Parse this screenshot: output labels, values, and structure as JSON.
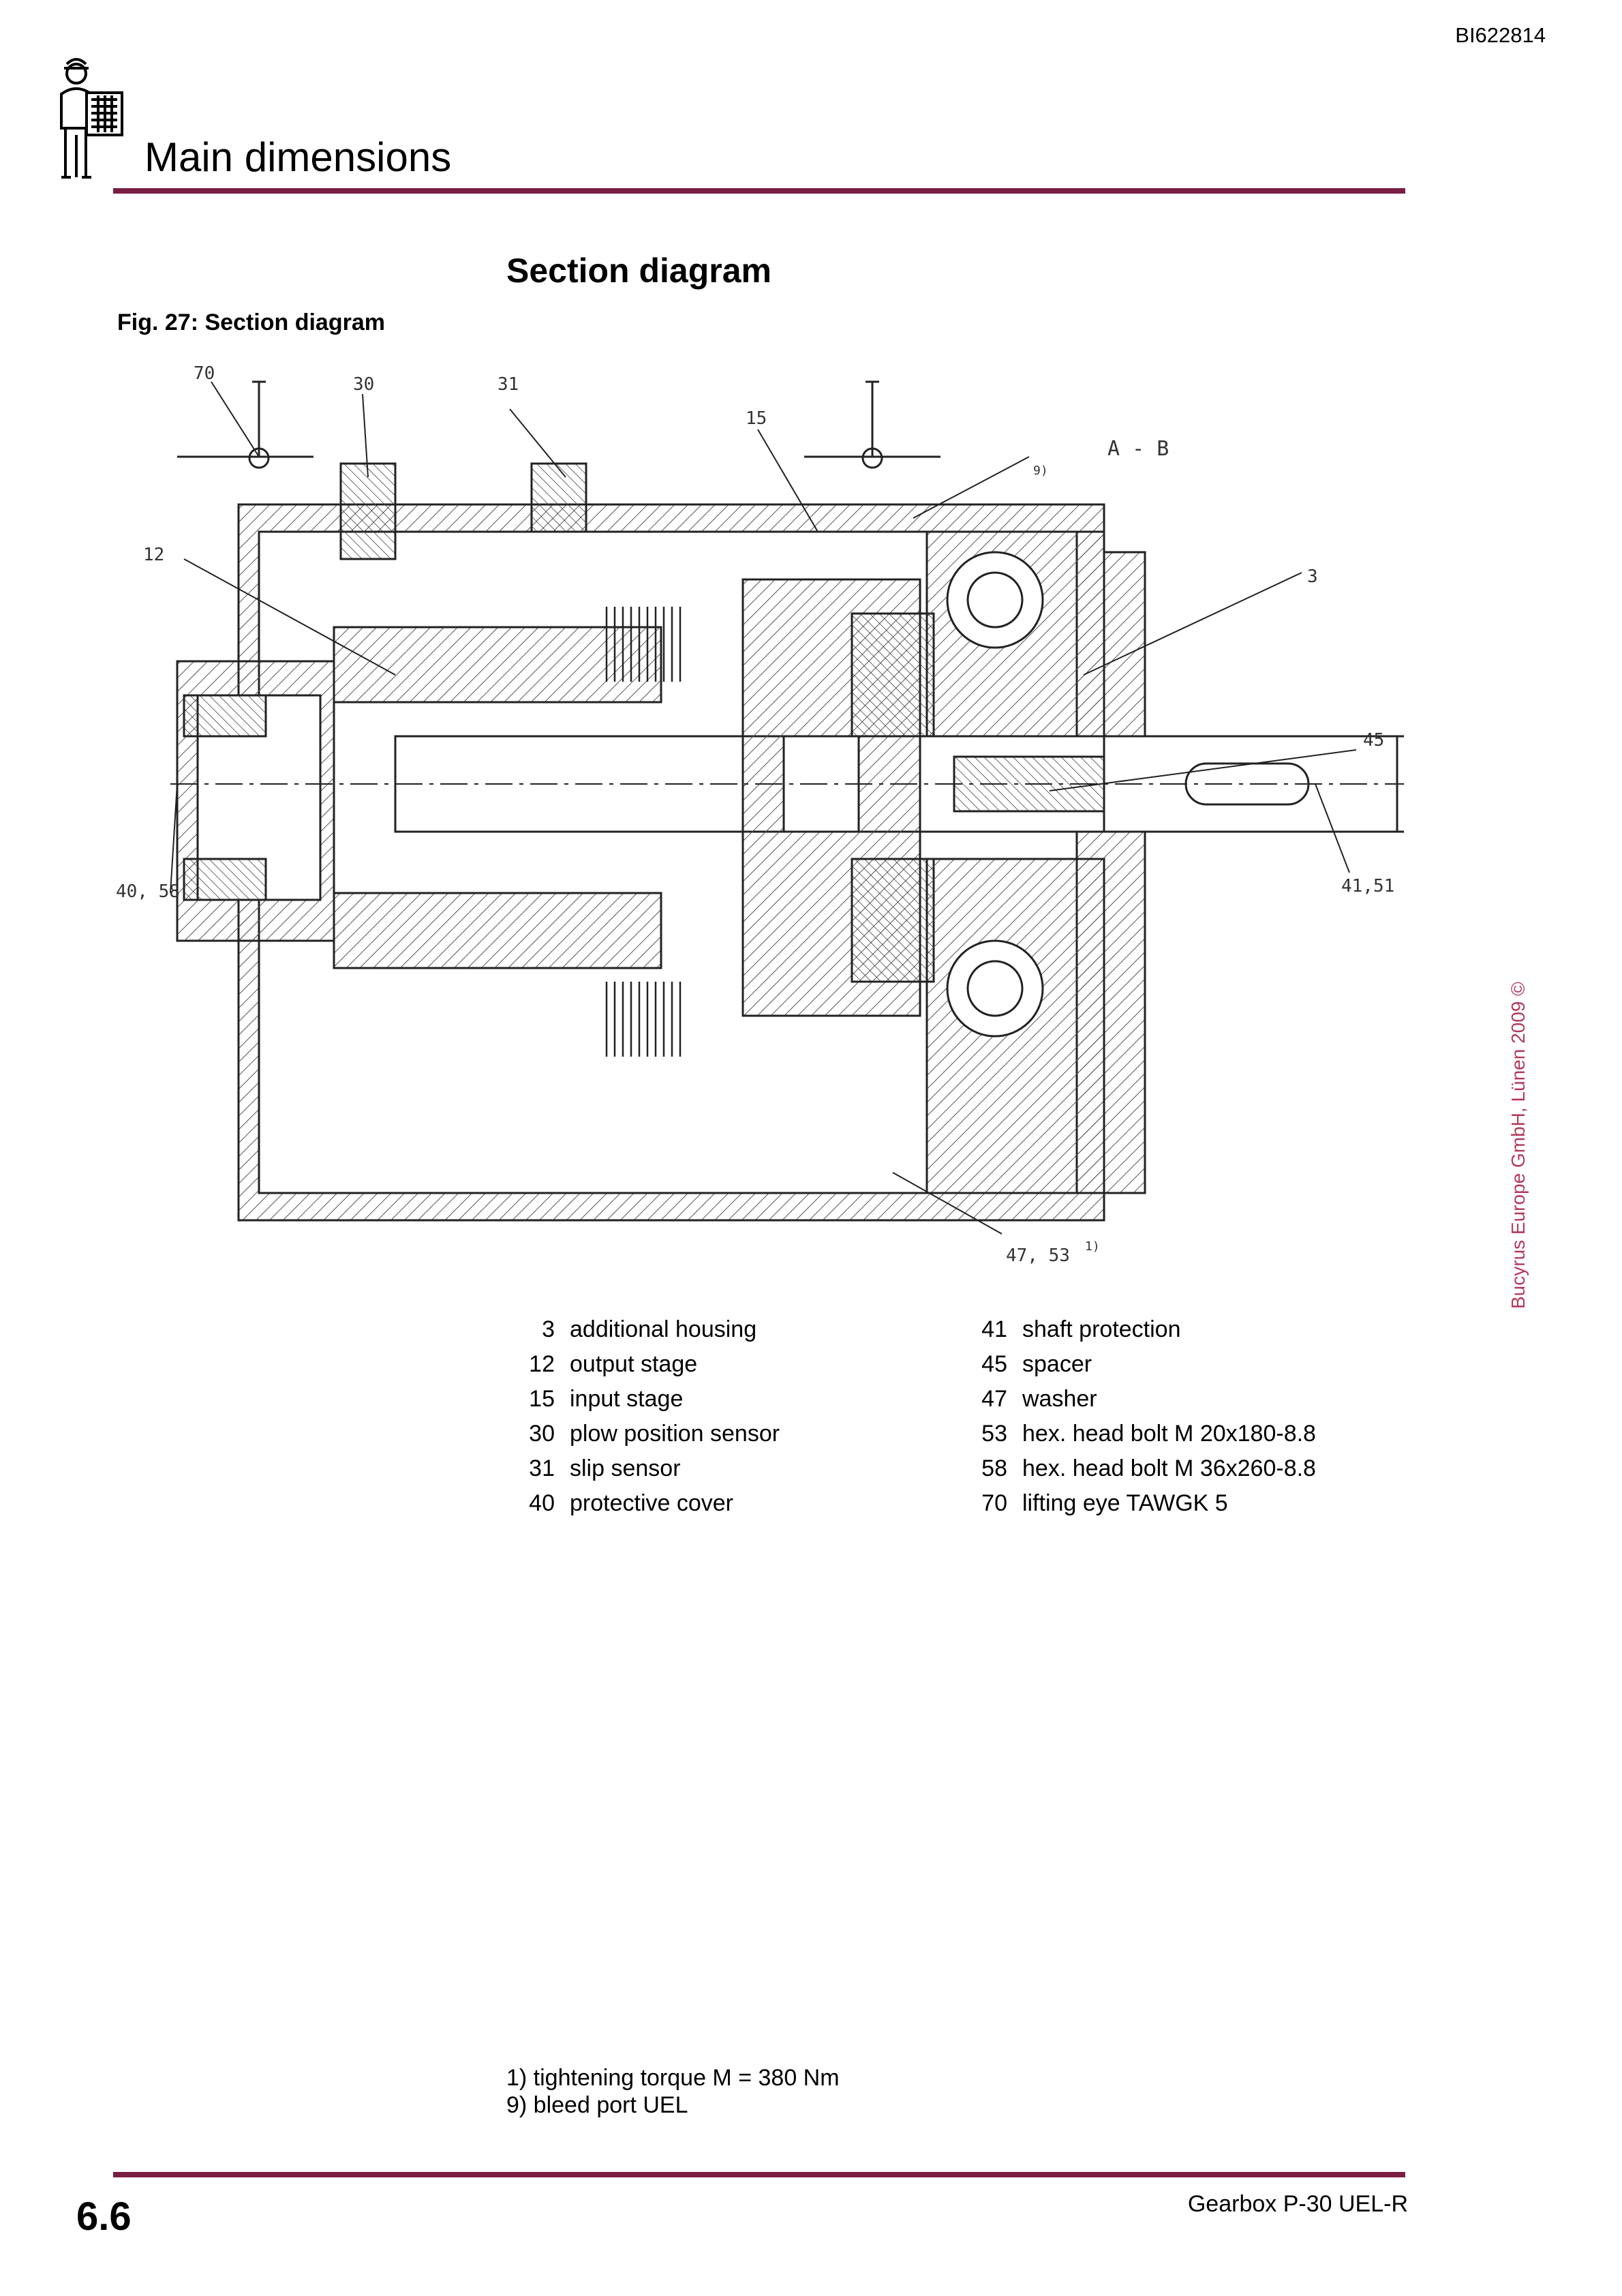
{
  "header": {
    "doc_id": "BI622814",
    "chapter_title": "Main dimensions"
  },
  "section_title": "Section diagram",
  "figure": {
    "caption": "Fig. 27:  Section diagram",
    "view_label": "A - B",
    "callouts": {
      "c70": "70",
      "c30": "30",
      "c31": "31",
      "c15": "15",
      "c9": "9)",
      "c12": "12",
      "c3": "3",
      "c45": "45",
      "c4051": "41,51",
      "c4058": "40, 58",
      "c4753": "47, 53",
      "c1": "1)"
    }
  },
  "copyright": "Bucyrus Europe GmbH, Lünen 2009 ©",
  "legend": {
    "left": [
      {
        "num": "3",
        "text": "additional housing"
      },
      {
        "num": "12",
        "text": "output stage"
      },
      {
        "num": "15",
        "text": "input stage"
      },
      {
        "num": "30",
        "text": "plow position sensor"
      },
      {
        "num": "31",
        "text": "slip sensor"
      },
      {
        "num": "40",
        "text": "protective cover"
      }
    ],
    "right": [
      {
        "num": "41",
        "text": "shaft protection"
      },
      {
        "num": "45",
        "text": "spacer"
      },
      {
        "num": "47",
        "text": "washer"
      },
      {
        "num": "53",
        "text": "hex. head bolt M 20x180-8.8"
      },
      {
        "num": "58",
        "text": "hex. head bolt M 36x260-8.8"
      },
      {
        "num": "70",
        "text": "lifting eye TAWGK 5"
      }
    ]
  },
  "footnotes": [
    "1)  tightening torque M = 380 Nm",
    "9)  bleed port UEL"
  ],
  "footer": {
    "page_number": "6.6",
    "doc_title": "Gearbox P-30 UEL-R"
  }
}
